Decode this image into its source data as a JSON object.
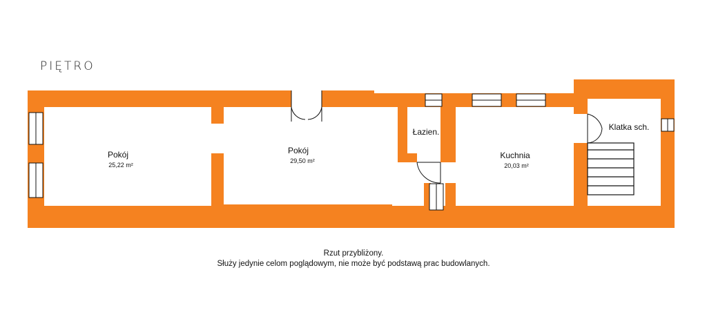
{
  "title": "PIĘTRO",
  "rooms": [
    {
      "name": "Pokój",
      "area": "25,22 m²"
    },
    {
      "name": "Pokój",
      "area": "29,50 m²"
    },
    {
      "name": "Łazien.",
      "area": ""
    },
    {
      "name": "Kuchnia",
      "area": "20,03 m²"
    },
    {
      "name": "Klatka sch.",
      "area": ""
    }
  ],
  "disclaimer": {
    "line1": "Rzut przybliżony.",
    "line2": "Służy jedynie celom poglądowym, nie może być podstawą prac budowlanych."
  },
  "colors": {
    "wall": "#f58220",
    "background": "#ffffff"
  }
}
